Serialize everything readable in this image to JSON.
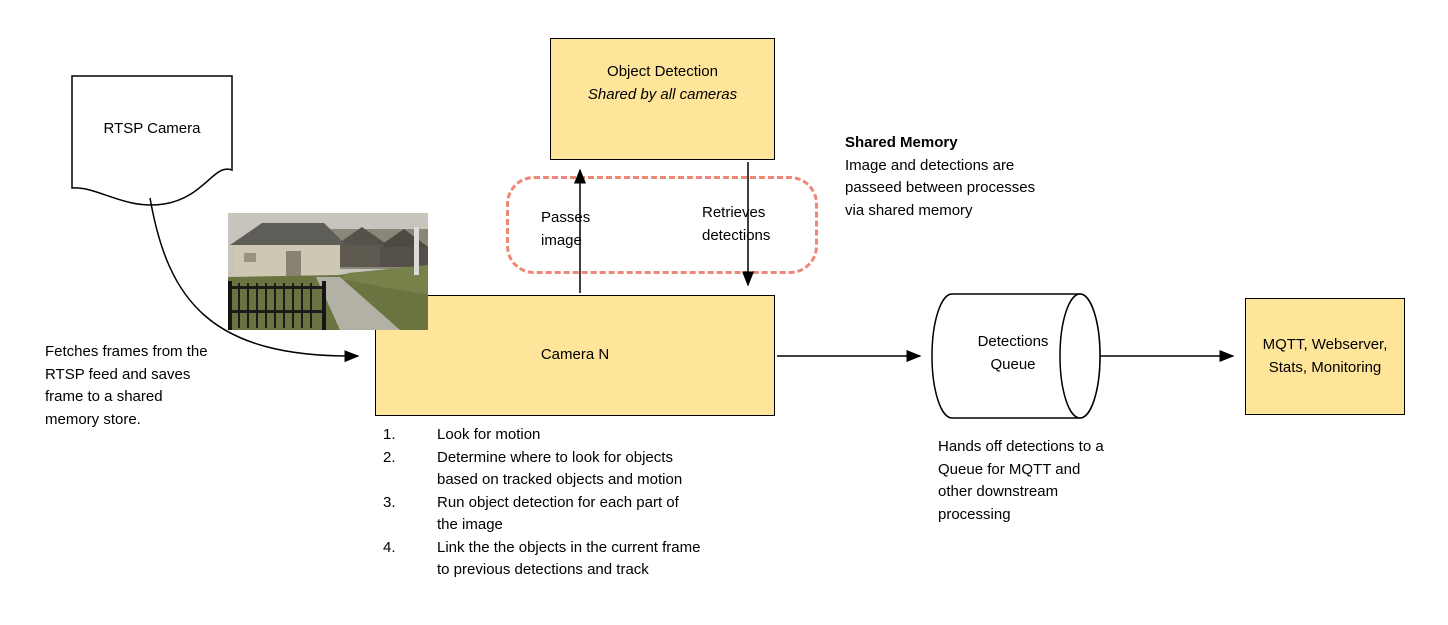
{
  "diagram": {
    "colors": {
      "box_fill": "#ffe599",
      "stroke": "#000000",
      "shared_memory_dash": "#ed8777"
    },
    "rtsp": {
      "label": "RTSP Camera",
      "fetch_note": "Fetches frames from the RTSP feed and saves frame to a shared memory store."
    },
    "object_detection": {
      "title": "Object Detection",
      "subtitle": "Shared by all cameras"
    },
    "memory_exchange": {
      "passes_label": "Passes image",
      "retrieves_label": "Retrieves detections"
    },
    "shared_memory": {
      "title": "Shared Memory",
      "body": "Image and detections are passeed between processes via shared memory"
    },
    "camera": {
      "label": "Camera N",
      "steps": [
        {
          "num": "1.",
          "text": "Look for motion"
        },
        {
          "num": "2.",
          "text": "Determine where to look for objects based on tracked objects and motion"
        },
        {
          "num": "3.",
          "text": "Run object detection for each part of the image"
        },
        {
          "num": "4.",
          "text": "Link the the objects in the current frame to previous detections and track"
        }
      ]
    },
    "queue": {
      "label": "Detections Queue",
      "note": "Hands off detections to a Queue for MQTT and other downstream processing"
    },
    "sink": {
      "label": "MQTT, Webserver, Stats, Monitoring"
    }
  }
}
